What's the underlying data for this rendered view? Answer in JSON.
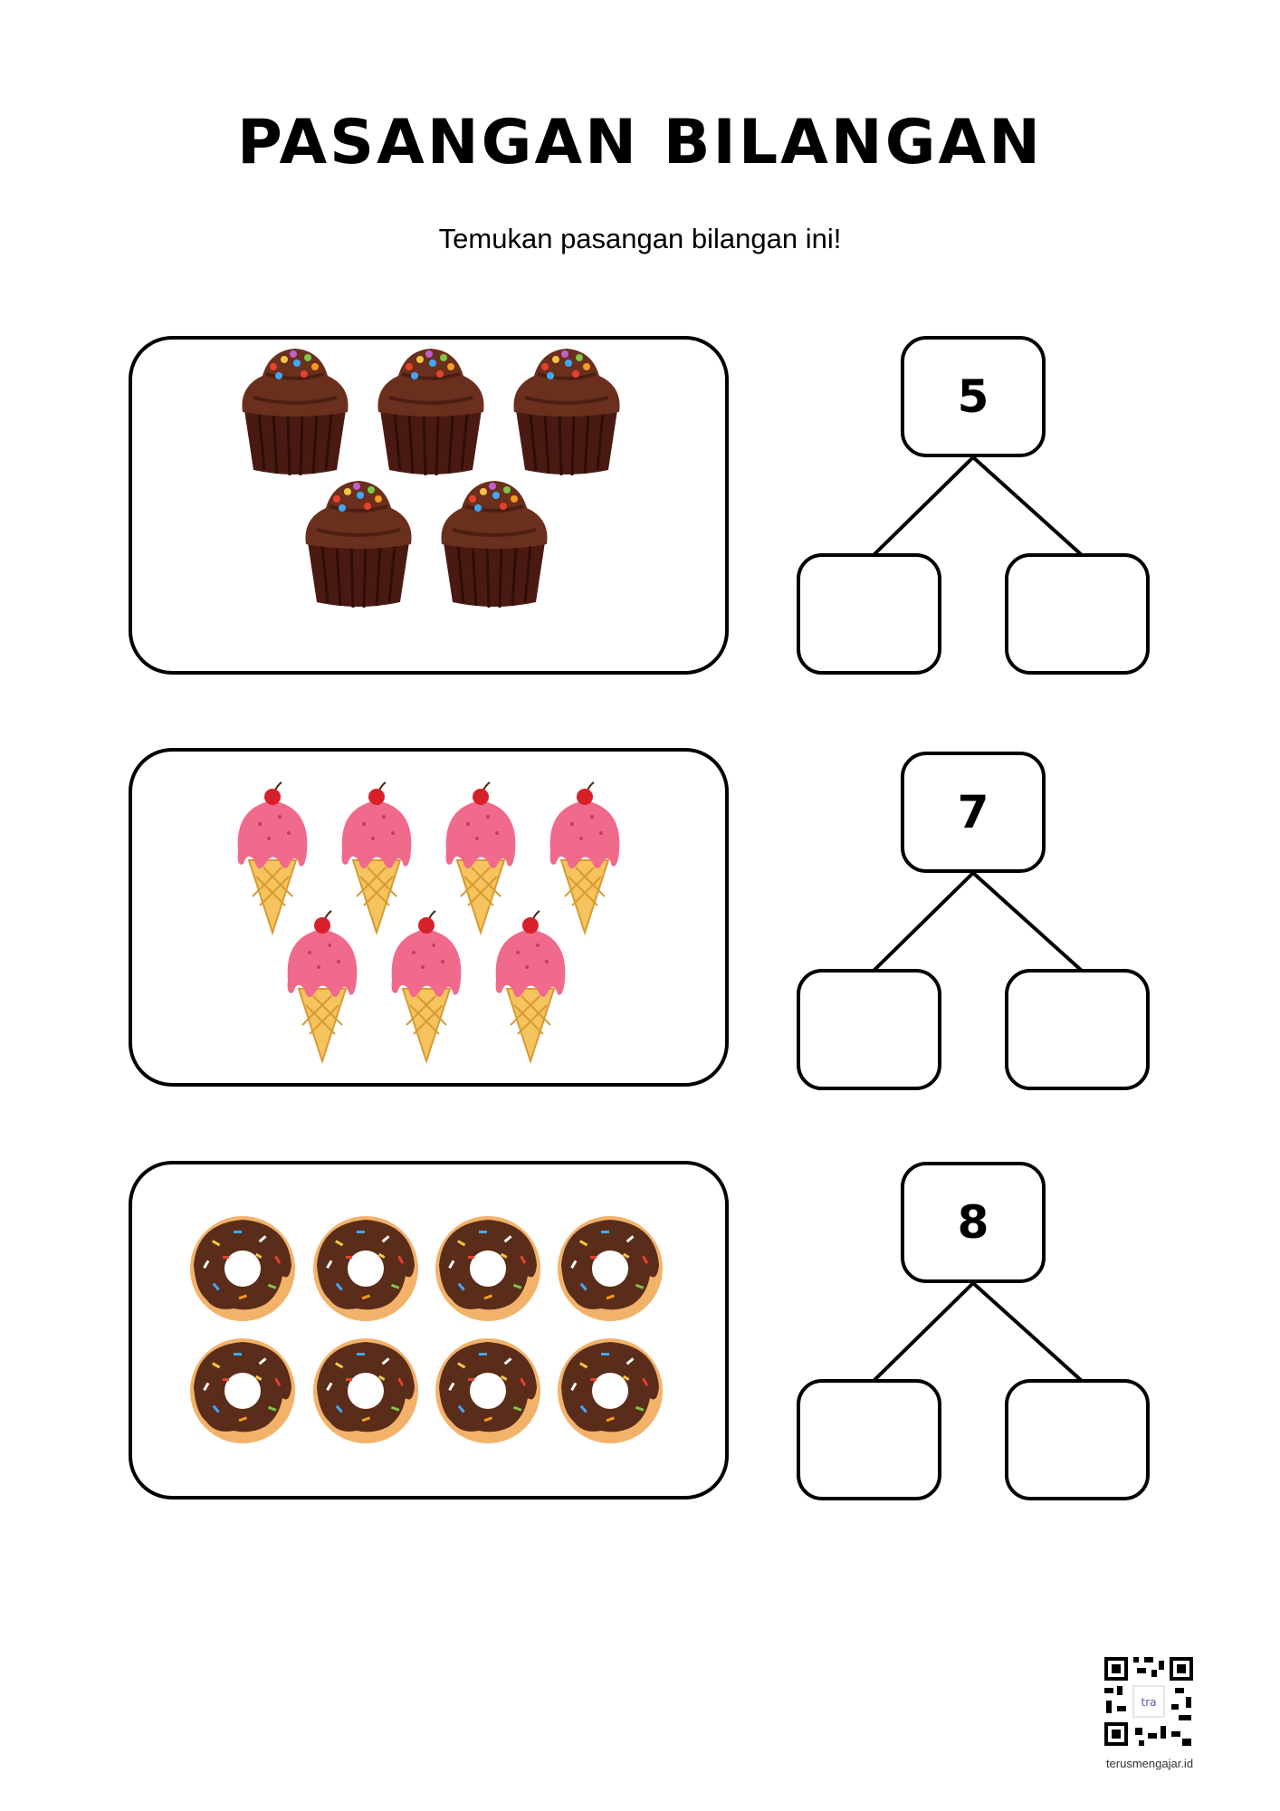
{
  "title": "PASANGAN BILANGAN",
  "subtitle": "Temukan pasangan bilangan ini!",
  "problems": [
    {
      "number": "5",
      "item_icon": "cupcake-icon",
      "count": 5
    },
    {
      "number": "7",
      "item_icon": "ice-cream-icon",
      "count": 7
    },
    {
      "number": "8",
      "item_icon": "donut-icon",
      "count": 8
    }
  ],
  "footer": {
    "qr_center_text": "tra",
    "website": "terusmengajar.id"
  },
  "colors": {
    "cupcake_wrapper": "#4a1a12",
    "cupcake_frosting": "#6b2f1e",
    "ice_cream": "#f06a8c",
    "cone": "#f5c45e",
    "cherry": "#d8202a",
    "donut_dough": "#f3b26a",
    "donut_icing": "#5a2c1a"
  }
}
